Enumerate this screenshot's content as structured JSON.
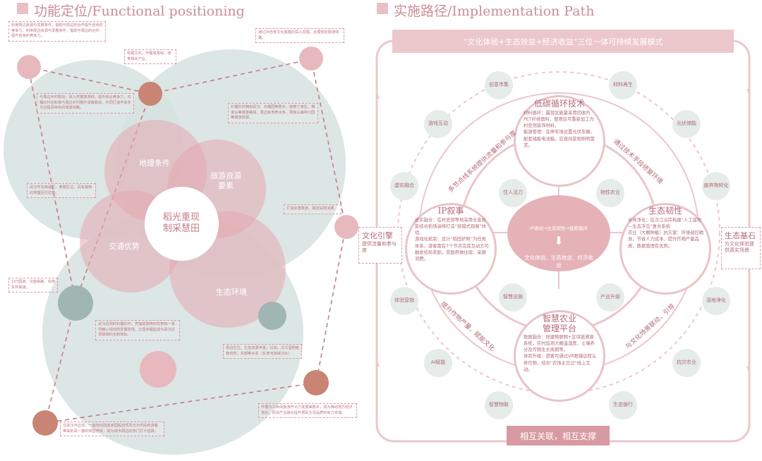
{
  "left": {
    "title": "功能定位/Functional positioning",
    "center": "稻光重现\n制采慧田",
    "circles": {
      "geo": "地理条件",
      "tour": "旅游资源\n要素",
      "traffic": "交通优势",
      "eco": "生态环境"
    },
    "notes": {
      "n1": "利用周边资源与发展条件，借助与周边的合作提升自身的竞争力，利用周边资源与发展条件，借助与周边的合作，提升自身的竞争力。",
      "n2": "挖掘文化，开展旅游线，培育相关产业。",
      "n3": "通过对自身文化底蕴的深入挖掘，合理规划旅游线路。",
      "n4": "与周边乡村联动，深入开展旅游线，提升综合竞争力，石榴红村应积极与周边乡村展开深度联动，共同打造丰富多元且极具特色的旅游线路。",
      "n5": "石榴红村拥有武汉、石榴园等景点，能够丁家庄、横家台等旅游路线，周边有地表水多，周家山森林公园等旅游资源。",
      "n6": "武汉市东西湖区、黄陂区边，具有独特的地理区位优势。",
      "n7": "打造完善旅游、报送站地消费。",
      "n8": "107国道、汉施铁路、东柿东环高速。",
      "n9": "武汉近郊的石榴红村，凭借其独特的优势和一系列精心规划的发展举措，正逐步崛起成为武汉近郊旅游的全新地标。",
      "n10": "周边区位，生态资源丰富，比如，汉江湿地植物自然，东部等水系（东李河流域汉水）",
      "n11": "在武汉市近郊，一座恰似隐逸家园般自然风光为市民和游客带来别具一格的田园感受，成为城市周边的热门打卡选择。",
      "n12": "开展汉江休闲旅游开大力发展美丽乡，成为推动地方经济增长，促进产业融合提升居民生活品质的有力举措。"
    }
  },
  "right": {
    "title": "实施路径/Implementation Path",
    "banner": "“文化体验+生态效益+经济收益”三位一体可持续发展模式",
    "center_top": "IP驱动→生态韧性→低碳循环",
    "center_bottom": "文化体验、生态效益、经济收益",
    "bottom_banner": "相互关联，相互支撑",
    "quads": {
      "top": {
        "title": "低碳循环技术",
        "body": "材料循环：露营区能量采用回收的PET纤维面料，使用后可重新加工为村史馆装饰材料。\n能源管理：在停车场设置光伏车棚，配套储能电池箱，应夜间景观照明需求。"
      },
      "left": {
        "title": "IP叙事",
        "body": "虚实融合：在村史馆等地采用全息投影结合稻场演绎打造“穿越式观展”体验。\n游戏化机制：设计“稻田护照”为任务体系，游客需在7个节点完成互动方可触发结局奖励，奖励用做住宿、采摘消费。"
      },
      "right": {
        "title": "生态韧性",
        "body": "水体净化：在汉江沿岸构建“人工湿地—生态浮岛”复合系统\n农业（大棚种植）抗灾害：环境调控精准，节省人力成本，提升作物产量品质，数据管理有优势。"
      },
      "bottom": {
        "title": "智慧农业\n管理平台",
        "body": "数据融合：搭建物联网+区块链溯源系统，实时监测大棚温湿度、土壤养分及作物生长周期等。\n体验升级：游客可通过VR眼镜远程认养作物，结合“农场主日记”线上互动。"
      }
    },
    "nodes": {
      "n1": "创意市集",
      "n2": "材料再生",
      "n3": "游戏互动",
      "n4": "光伏储能",
      "n5": "虚实融合",
      "n6": "废弃物转化",
      "n7": "住人活力",
      "n8": "物性农业",
      "n9": "体验营销",
      "n10": "湿地净化",
      "n11": "智慧设施",
      "n12": "产业升级",
      "n13": "AI赋能",
      "n14": "抗灾农业",
      "n15": "智慧物联",
      "n16": "生态银行"
    },
    "arcs": {
      "tl": "多节点线系统提供流量和参与度",
      "tr": "通过技术手段修复环境",
      "bl": "提升作物产量，赋能文化",
      "br": "与文化场景联动，引导"
    },
    "side_left": {
      "title": "文化引擎",
      "sub": "提供流量和参与度"
    },
    "side_right": {
      "title": "生态基石",
      "sub": "为文化体验提供真实场景"
    }
  },
  "colors": {
    "accent": "#c98e96",
    "deep_rose": "#b36a74",
    "teal": "#9fb6b3",
    "pink_light": "#e9c0c5"
  }
}
